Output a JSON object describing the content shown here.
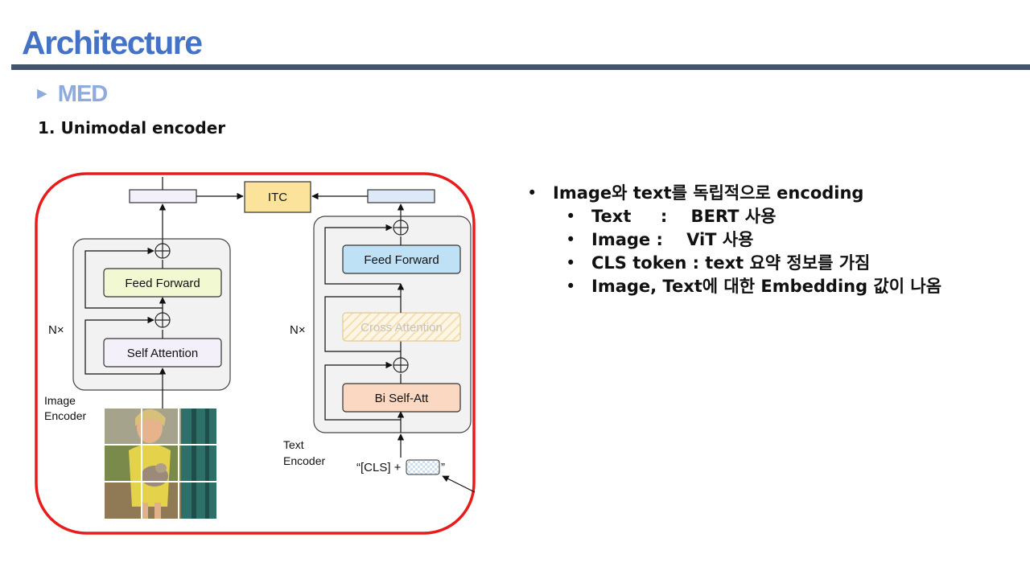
{
  "slide": {
    "title": "Architecture",
    "section": "MED",
    "subsection": "1. Unimodal encoder"
  },
  "diagram": {
    "itc": "ITC",
    "nx_image": "N×",
    "nx_text": "N×",
    "image_encoder_label_1": "Image",
    "image_encoder_label_2": "Encoder",
    "text_encoder_label_1": "Text",
    "text_encoder_label_2": "Encoder",
    "feed_forward_image": "Feed Forward",
    "self_attention": "Self Attention",
    "feed_forward_text": "Feed Forward",
    "cross_attention": "Cross Attention",
    "bi_self_att": "Bi Self-Att",
    "input_open": "“[CLS] +",
    "input_close": "”",
    "colors": {
      "highlight_border": "#e81c1c",
      "itc_fill": "#fbe39b",
      "feed_forward_image_fill": "#f1f8d2",
      "self_attention_fill": "#f4f0fa",
      "feed_forward_text_fill": "#bfe1f5",
      "bi_self_att_fill": "#fbd8c2"
    }
  },
  "bullets": [
    {
      "level": 1,
      "text": "Image와 text를 독립적으로 encoding"
    },
    {
      "level": 2,
      "text": "Text     :    BERT 사용"
    },
    {
      "level": 2,
      "text": "Image :    ViT 사용"
    },
    {
      "level": 2,
      "text": "CLS token : text 요약 정보를 가짐"
    },
    {
      "level": 2,
      "text": "Image, Text에 대한 Embedding 값이 나옴"
    }
  ]
}
